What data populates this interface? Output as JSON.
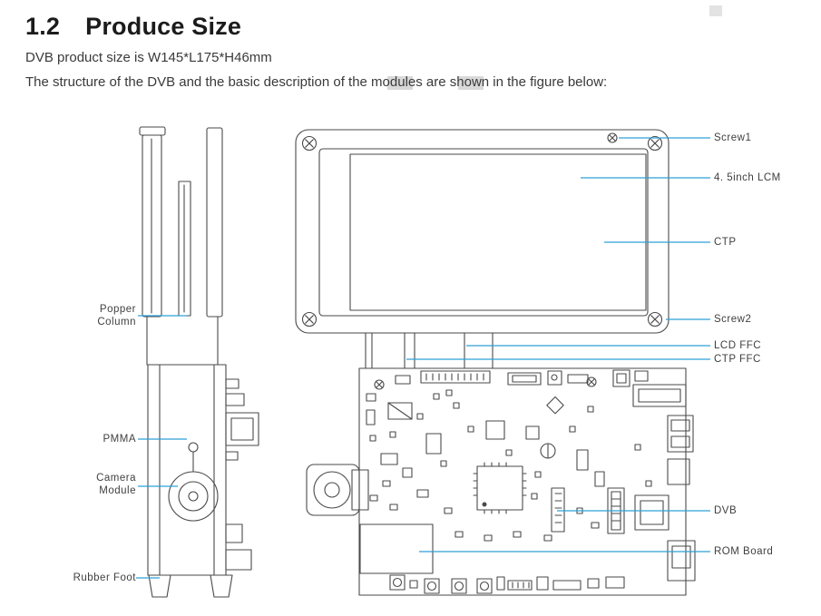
{
  "heading": {
    "number": "1.2",
    "title": "Produce Size"
  },
  "body": {
    "line1": "DVB product size is W145*L175*H46mm",
    "line2": "The structure of the DVB and the basic description of the modules are shown in the figure below:"
  },
  "figure": {
    "right_labels": [
      {
        "label": "Screw1"
      },
      {
        "label": "4. 5inch LCM"
      },
      {
        "label": "CTP"
      },
      {
        "label": "Screw2"
      },
      {
        "label": "LCD FFC"
      },
      {
        "label": "CTP FFC"
      },
      {
        "label": "DVB"
      },
      {
        "label": "ROM Board"
      }
    ],
    "left_labels": [
      {
        "label": "Popper Column"
      },
      {
        "label": "PMMA"
      },
      {
        "label": "Camera Module"
      },
      {
        "label": "Rubber Foot"
      }
    ],
    "colors": {
      "leader_line": "#2da0d8",
      "drawing_line": "#4a4a4a"
    }
  }
}
